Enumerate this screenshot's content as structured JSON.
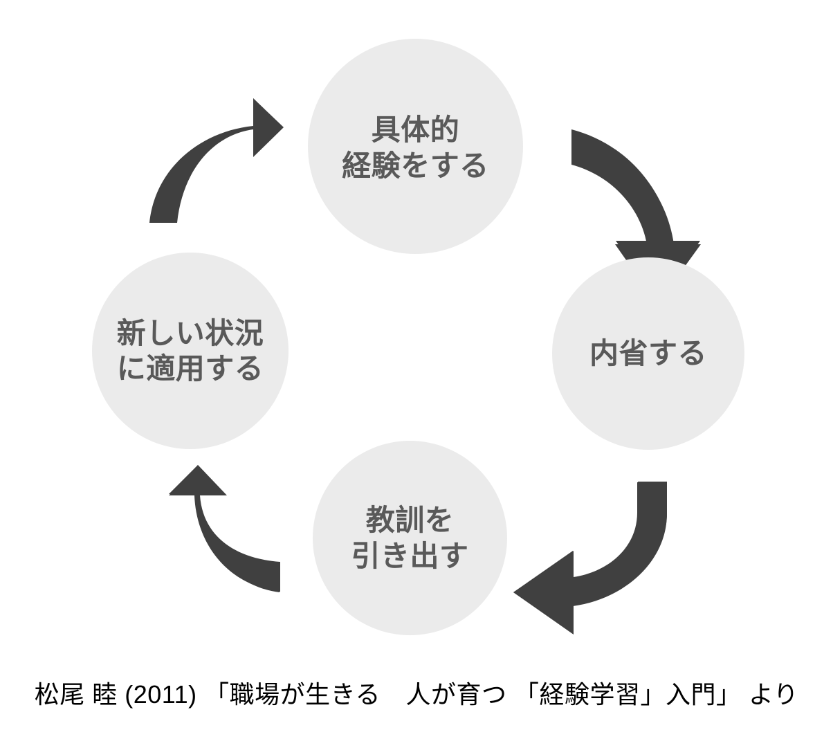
{
  "diagram": {
    "type": "cycle",
    "direction": "clockwise",
    "title": "",
    "colors": {
      "node_fill": "#ebebeb",
      "node_text": "#595959",
      "arrow": "#404040",
      "background": "#ffffff",
      "caption_text": "#000000"
    },
    "nodes": [
      {
        "id": "experience",
        "position": "top",
        "label": "具体的\n経験をする",
        "lines": [
          "具体的",
          "経験をする"
        ]
      },
      {
        "id": "reflect",
        "position": "right",
        "label": "内省する",
        "lines": [
          "内省する"
        ]
      },
      {
        "id": "lessons",
        "position": "bottom",
        "label": "教訓を\n引き出す",
        "lines": [
          "教訓を",
          "引き出す"
        ]
      },
      {
        "id": "apply",
        "position": "left",
        "label": "新しい状況\nに適用する",
        "lines": [
          "新しい状況",
          "に適用する"
        ]
      }
    ],
    "arrows": [
      {
        "id": "arrow-top-right",
        "from": "experience",
        "to": "reflect",
        "name": "curved-arrow-down-right"
      },
      {
        "id": "arrow-bottom-right",
        "from": "reflect",
        "to": "lessons",
        "name": "curved-arrow-down-left"
      },
      {
        "id": "arrow-bottom-left",
        "from": "lessons",
        "to": "apply",
        "name": "curved-arrow-up-left"
      },
      {
        "id": "arrow-top-left",
        "from": "apply",
        "to": "experience",
        "name": "curved-arrow-up-right"
      }
    ]
  },
  "caption": {
    "text": "松尾 睦 (2011) 「職場が生きる　人が育つ 「経験学習」入門」 より"
  }
}
